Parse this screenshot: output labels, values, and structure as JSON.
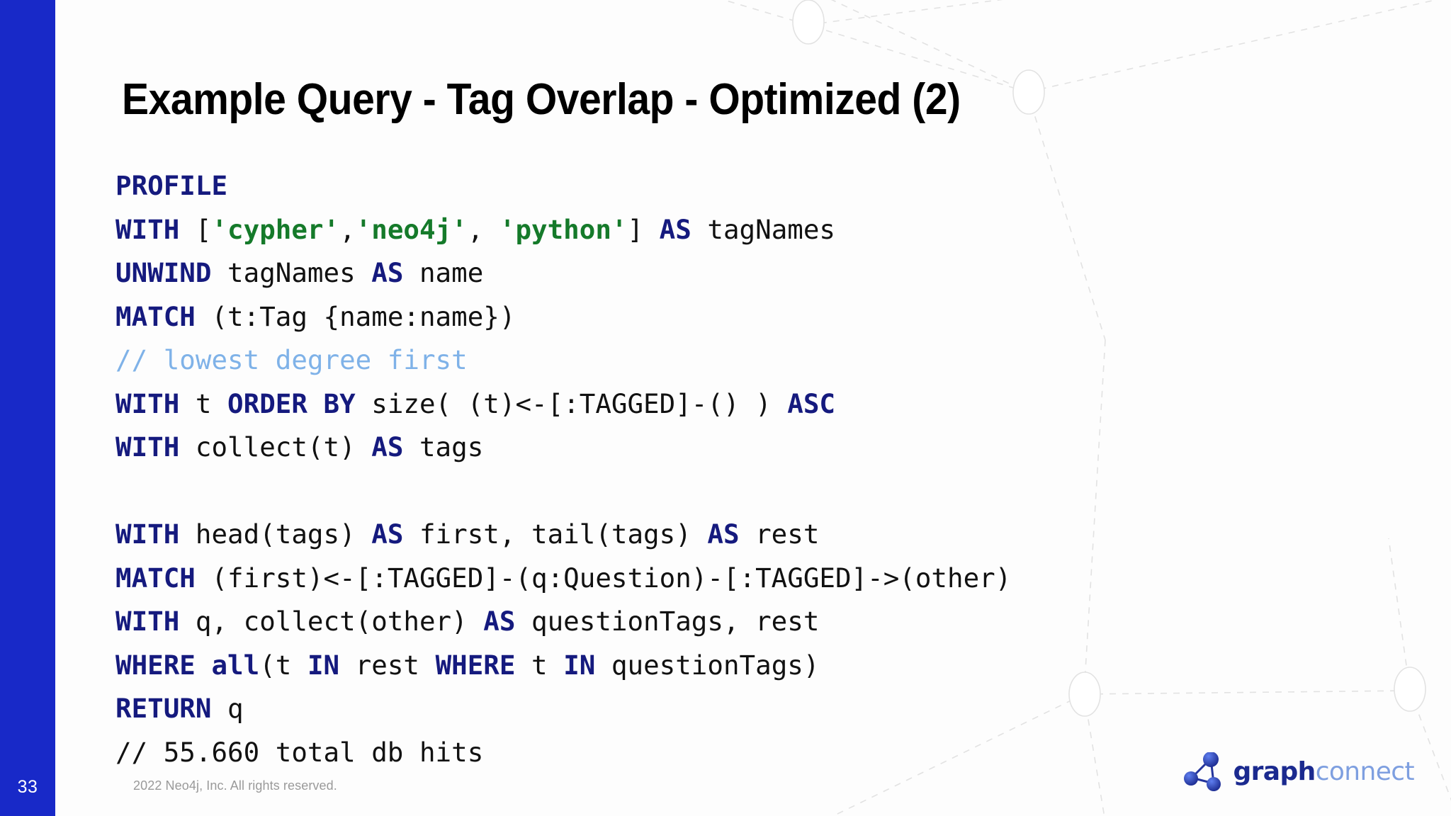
{
  "slide": {
    "title": "Example Query - Tag Overlap - Optimized (2)",
    "page_number": "33",
    "copyright": "2022 Neo4j, Inc. All rights reserved.",
    "accent_color": "#1829c8",
    "keyword_color": "#151a7e",
    "string_color": "#157a2a",
    "comment_color": "#7fb2e8"
  },
  "logo": {
    "word1": "graph",
    "word2": "connect",
    "mark_color_dark": "#1b2a8f",
    "mark_color_light": "#2f4ecf"
  },
  "code": {
    "language": "cypher",
    "lines": [
      [
        {
          "t": "PROFILE",
          "c": "kw"
        }
      ],
      [
        {
          "t": "WITH",
          "c": "kw"
        },
        {
          "t": " [",
          "c": "plain"
        },
        {
          "t": "'cypher'",
          "c": "str"
        },
        {
          "t": ",",
          "c": "plain"
        },
        {
          "t": "'neo4j'",
          "c": "str"
        },
        {
          "t": ", ",
          "c": "plain"
        },
        {
          "t": "'python'",
          "c": "str"
        },
        {
          "t": "] ",
          "c": "plain"
        },
        {
          "t": "AS",
          "c": "kw"
        },
        {
          "t": " tagNames",
          "c": "plain"
        }
      ],
      [
        {
          "t": "UNWIND",
          "c": "kw"
        },
        {
          "t": " tagNames ",
          "c": "plain"
        },
        {
          "t": "AS",
          "c": "kw"
        },
        {
          "t": " name",
          "c": "plain"
        }
      ],
      [
        {
          "t": "MATCH",
          "c": "kw"
        },
        {
          "t": " (t:Tag {name:name})",
          "c": "plain"
        }
      ],
      [
        {
          "t": "// lowest degree first",
          "c": "cmt"
        }
      ],
      [
        {
          "t": "WITH",
          "c": "kw"
        },
        {
          "t": " t ",
          "c": "plain"
        },
        {
          "t": "ORDER BY",
          "c": "kw"
        },
        {
          "t": " size( (t)<-[:TAGGED]-() ) ",
          "c": "plain"
        },
        {
          "t": "ASC",
          "c": "kw"
        }
      ],
      [
        {
          "t": "WITH",
          "c": "kw"
        },
        {
          "t": " collect(t) ",
          "c": "plain"
        },
        {
          "t": "AS",
          "c": "kw"
        },
        {
          "t": " tags",
          "c": "plain"
        }
      ],
      [
        {
          "t": "",
          "c": "plain"
        }
      ],
      [
        {
          "t": "WITH",
          "c": "kw"
        },
        {
          "t": " head(tags) ",
          "c": "plain"
        },
        {
          "t": "AS",
          "c": "kw"
        },
        {
          "t": " first, tail(tags) ",
          "c": "plain"
        },
        {
          "t": "AS",
          "c": "kw"
        },
        {
          "t": " rest",
          "c": "plain"
        }
      ],
      [
        {
          "t": "MATCH",
          "c": "kw"
        },
        {
          "t": " (first)<-[:TAGGED]-(q:Question)-[:TAGGED]->(other)",
          "c": "plain"
        }
      ],
      [
        {
          "t": "WITH",
          "c": "kw"
        },
        {
          "t": " q, collect(other) ",
          "c": "plain"
        },
        {
          "t": "AS",
          "c": "kw"
        },
        {
          "t": " questionTags, rest",
          "c": "plain"
        }
      ],
      [
        {
          "t": "WHERE",
          "c": "kw"
        },
        {
          "t": " ",
          "c": "plain"
        },
        {
          "t": "all",
          "c": "kw"
        },
        {
          "t": "(t ",
          "c": "plain"
        },
        {
          "t": "IN",
          "c": "kw"
        },
        {
          "t": " rest ",
          "c": "plain"
        },
        {
          "t": "WHERE",
          "c": "kw"
        },
        {
          "t": " t ",
          "c": "plain"
        },
        {
          "t": "IN",
          "c": "kw"
        },
        {
          "t": " questionTags)",
          "c": "plain"
        }
      ],
      [
        {
          "t": "RETURN",
          "c": "kw"
        },
        {
          "t": " q",
          "c": "plain"
        }
      ],
      [
        {
          "t": "// 55.660 total db hits",
          "c": "plain"
        }
      ]
    ]
  }
}
